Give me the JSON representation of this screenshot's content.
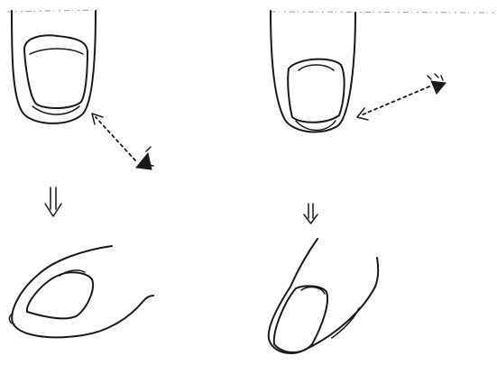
{
  "diagram": {
    "panels": [
      {
        "name": "left",
        "view": "front",
        "nail_shape": "wide-rectangular"
      },
      {
        "name": "right",
        "view": "front",
        "nail_shape": "narrow-rounded"
      }
    ],
    "transform_arrow_icon": "double-down-arrow",
    "viewer_icon": "eye-icon"
  },
  "colors": {
    "ink": "#1a1a1a",
    "paper": "#ffffff"
  }
}
